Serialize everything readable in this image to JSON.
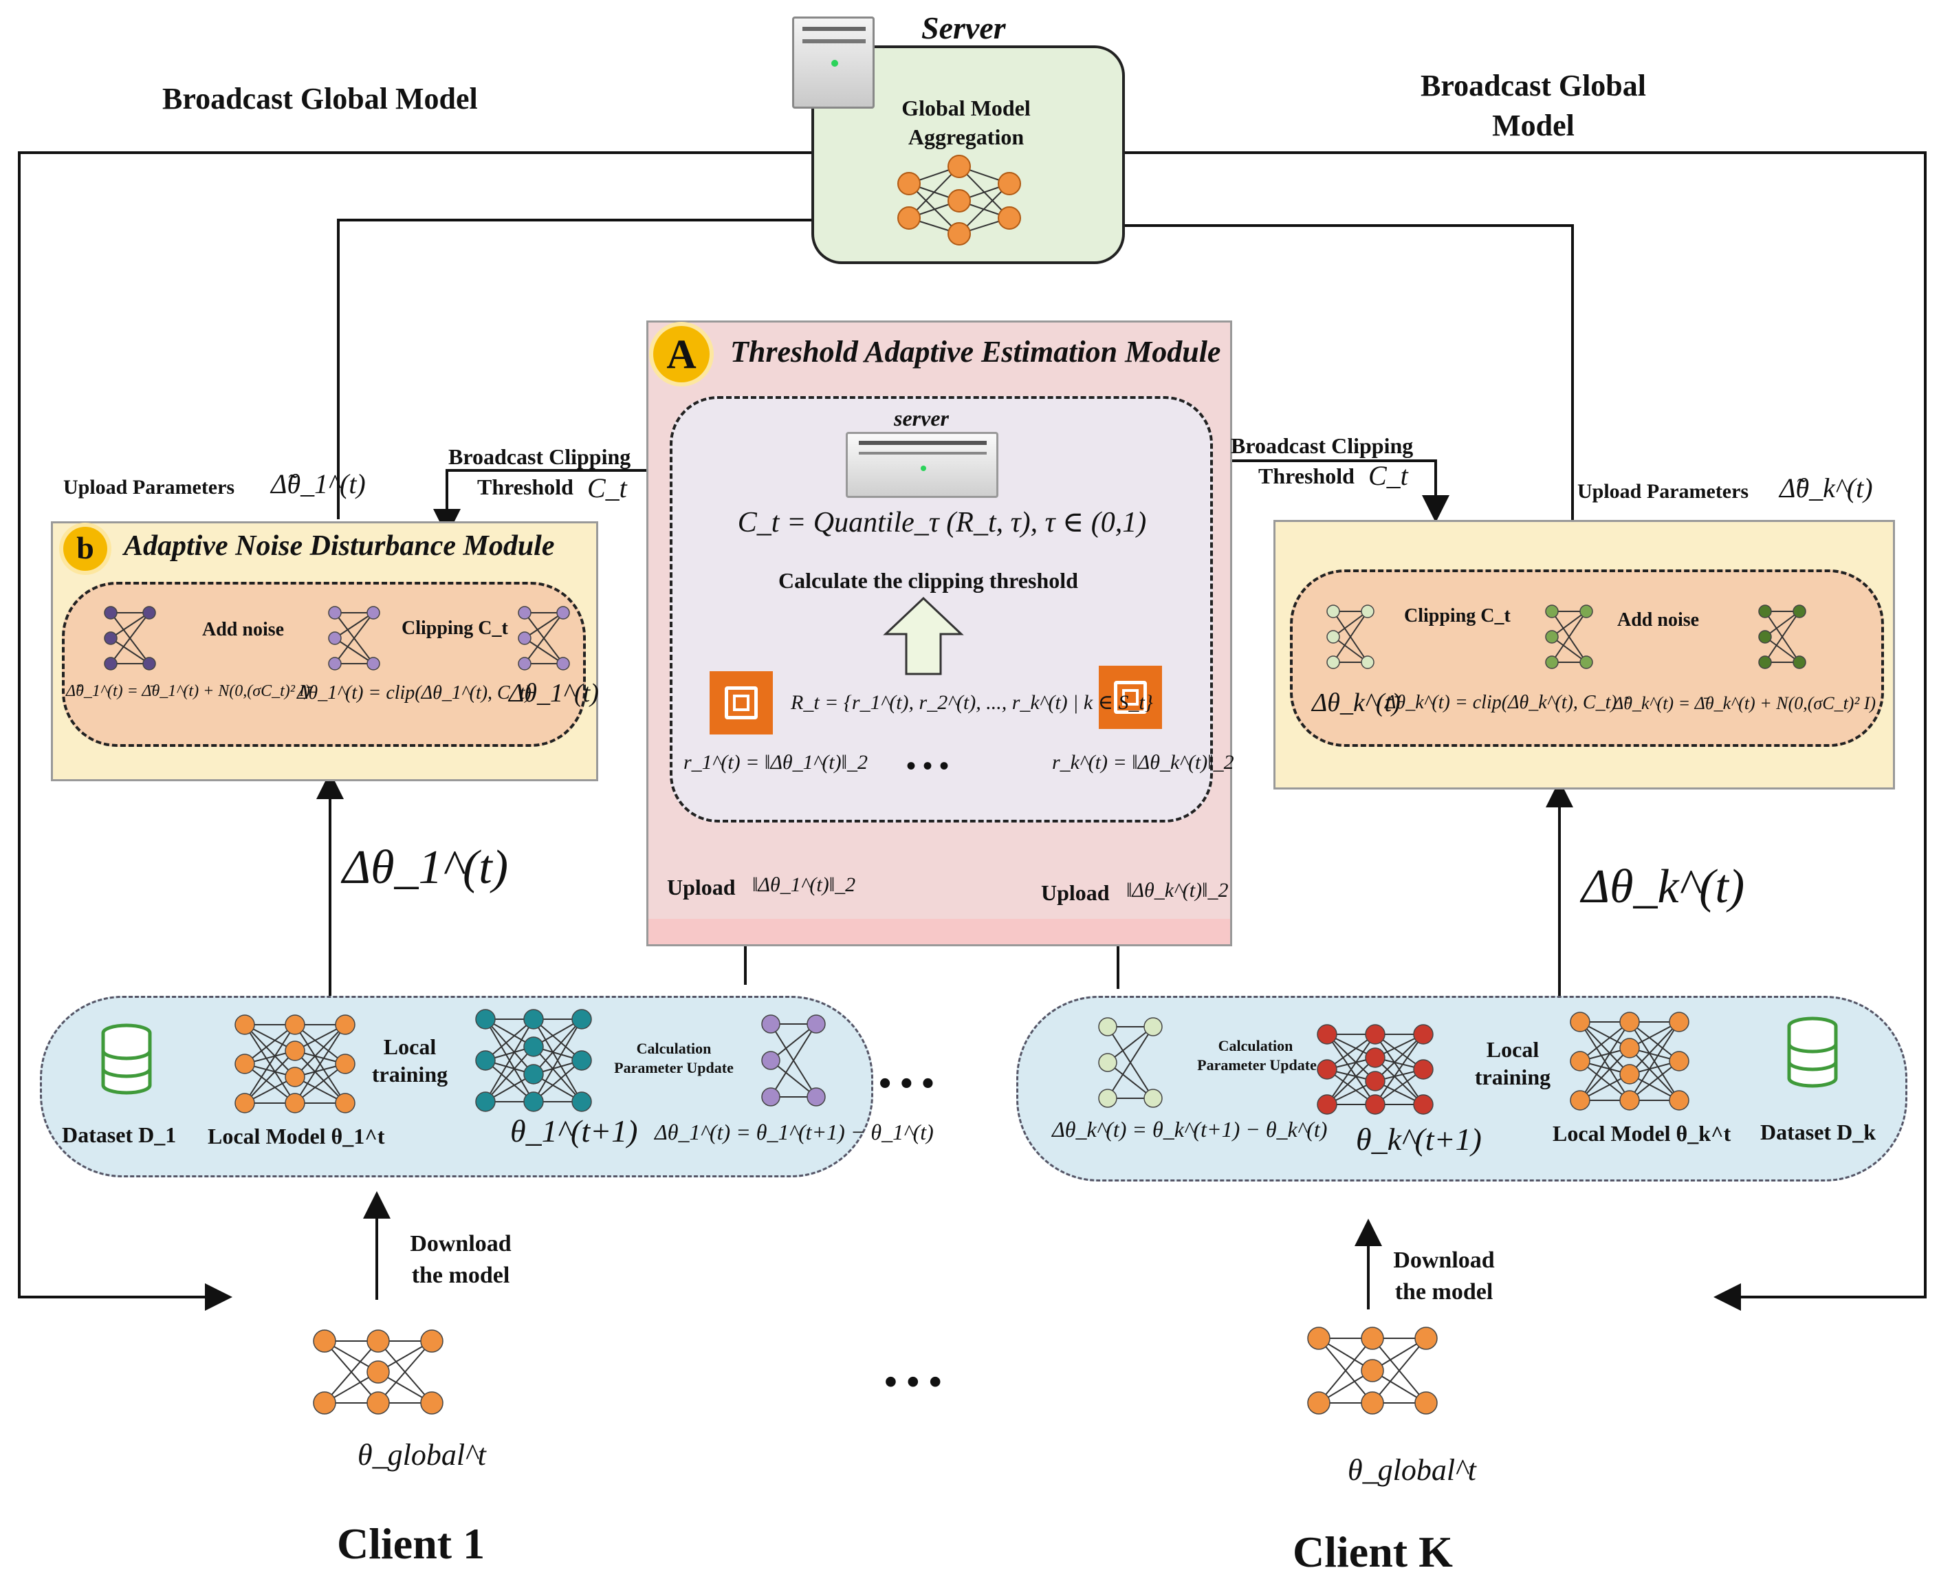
{
  "server": {
    "title": "Server",
    "aggregation_label": "Global Model Aggregation"
  },
  "broadcast": {
    "left": "Broadcast Global Model",
    "right": "Broadcast Global Model"
  },
  "module_a": {
    "badge": "A",
    "title": "Threshold Adaptive Estimation Module",
    "server_label": "server",
    "formula_ct": "C_t = Quantile_τ (R_t, τ), τ ∈ (0,1)",
    "calc_label": "Calculate the clipping threshold",
    "formula_rt": "R_t = {r_1^(t), r_2^(t), ..., r_k^(t) | k ∈ S_t}",
    "r1": "r_1^(t) = ‖Δθ_1^(t)‖_2",
    "rk": "r_k^(t) = ‖Δθ_k^(t)‖_2",
    "ellipsis": "• • •",
    "upload_left": "Upload",
    "upload_left_math": "‖Δθ_1^(t)‖_2",
    "upload_right": "Upload",
    "upload_right_math": "‖Δθ_k^(t)‖_2"
  },
  "module_b": {
    "badge": "b",
    "title": "Adaptive Noise Disturbance Module",
    "add_noise": "Add noise",
    "clipping": "Clipping C_t",
    "noisy_formula": "Δ̃θ_1^(t) = Δ̄θ_1^(t) + N(0,(σC_t)² I)",
    "clip_formula": "Δ̄θ_1^(t) = clip(Δθ_1^(t), C_t)",
    "delta": "Δθ_1^(t)"
  },
  "module_right": {
    "clipping": "Clipping C_t",
    "add_noise": "Add noise",
    "delta": "Δθ_k^(t)",
    "clip_formula": "Δ̄θ_k^(t) = clip(Δθ_k^(t), C_t)",
    "noisy_formula": "Δ̃θ_k^(t) = Δ̄θ_k^(t) + N(0,(σC_t)² I)"
  },
  "labels": {
    "broadcast_clip_left_1": "Broadcast Clipping",
    "broadcast_clip_left_2": "Threshold",
    "broadcast_clip_left_math": "C_t",
    "broadcast_clip_right_1": "Broadcast Clipping",
    "broadcast_clip_right_2": "Threshold",
    "broadcast_clip_right_math": "C_t",
    "upload_params_left": "Upload Parameters",
    "upload_params_left_math": "Δ̃θ_1^(t)",
    "upload_params_right": "Upload Parameters",
    "upload_params_right_math": "Δ̃θ_k^(t)",
    "delta_left_big": "Δθ_1^(t)",
    "delta_right_big": "Δθ_k^(t)"
  },
  "client1_pipeline": {
    "dataset": "Dataset D_1",
    "local_model": "Local Model θ_1^t",
    "local_training": "Local training",
    "theta_next": "θ_1^(t+1)",
    "calculation": "Calculation",
    "param_update": "Parameter Update",
    "delta_formula": "Δθ_1^(t) = θ_1^(t+1) − θ_1^(t)"
  },
  "clientk_pipeline": {
    "dataset": "Dataset D_k",
    "local_model": "Local Model θ_k^t",
    "local_training": "Local training",
    "theta_next": "θ_k^(t+1)",
    "calculation": "Calculation",
    "param_update": "Parameter Update",
    "delta_formula": "Δθ_k^(t) = θ_k^(t+1) − θ_k^(t)"
  },
  "download": {
    "left": "Download the model",
    "right": "Download the model"
  },
  "clients": {
    "client1": "Client 1",
    "clientk": "Client K",
    "global_theta_left": "θ_global^t",
    "global_theta_right": "θ_global^t",
    "middle_ellipsis": "• • •",
    "pipeline_ellipsis": "• • •"
  },
  "colors": {
    "server_fill": "#e4f0da",
    "module_a_fill": "#f2d7d7",
    "module_b_fill": "#fbefc8",
    "inner_pill_fill": "#f6cfae",
    "pipeline_fill": "#d8eaf2",
    "node_orange": "#f0913f",
    "node_teal": "#1f8a93",
    "node_purple": "#a48bc8",
    "node_dark_purple": "#5b4a86",
    "node_red": "#c9392d",
    "node_pale_green": "#d9e8c4",
    "node_green": "#7da851",
    "node_dark_green": "#4f7a2a",
    "dataset_green": "#3f9a3a",
    "chip_orange": "#e8701a",
    "badge_yellow": "#f5b800"
  }
}
